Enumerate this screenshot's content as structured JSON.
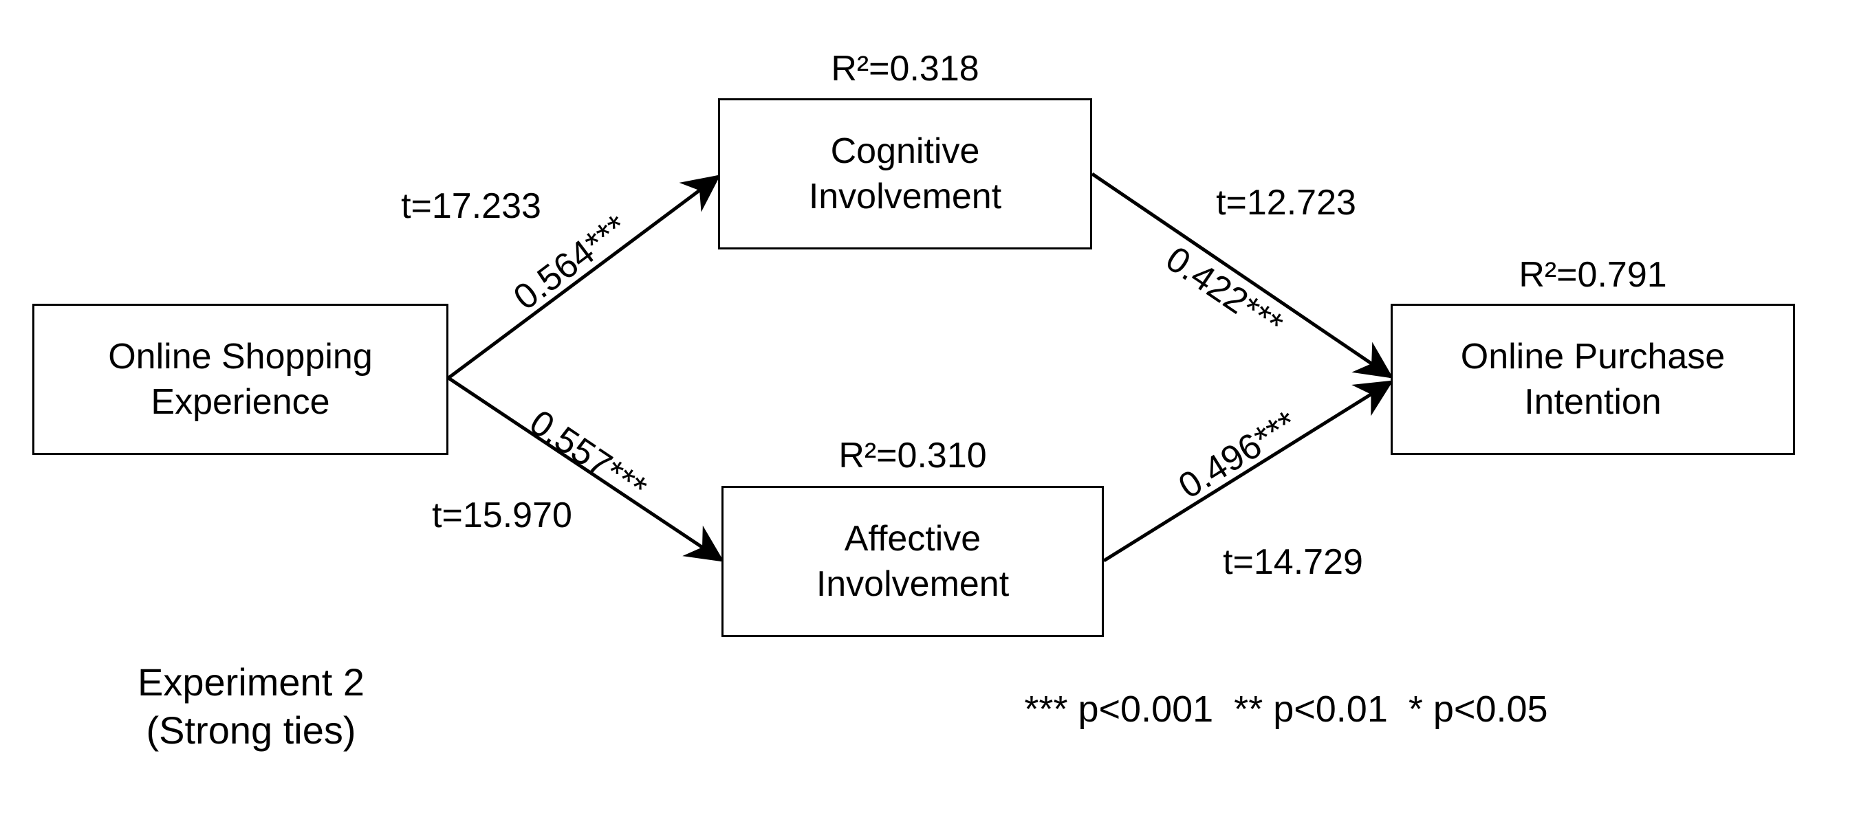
{
  "background": "#ffffff",
  "ink": "#000000",
  "nodes": {
    "shopping": {
      "label": "Online Shopping\nExperience"
    },
    "cognitive": {
      "label": "Cognitive\nInvolvement",
      "r2": "R²=0.318"
    },
    "affective": {
      "label": "Affective\nInvolvement",
      "r2": "R²=0.310"
    },
    "intention": {
      "label": "Online Purchase\nIntention",
      "r2": "R²=0.791"
    }
  },
  "paths": {
    "shopping_to_cognitive": {
      "coefficient": "0.564***",
      "t": "t=17.233"
    },
    "shopping_to_affective": {
      "coefficient": "0.557***",
      "t": "t=15.970"
    },
    "cognitive_to_intention": {
      "coefficient": "0.422***",
      "t": "t=12.723"
    },
    "affective_to_intention": {
      "coefficient": "0.496***",
      "t": "t=14.729"
    }
  },
  "caption": "Experiment 2\n(Strong ties)",
  "significance_legend": "*** p<0.001  ** p<0.01  * p<0.05"
}
